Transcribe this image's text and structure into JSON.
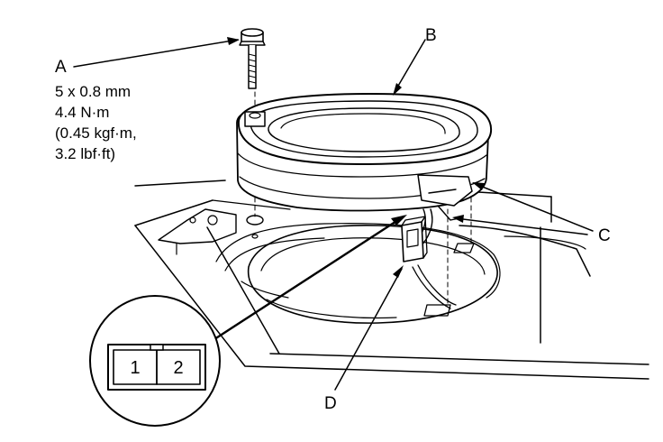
{
  "callouts": {
    "a": "A",
    "b": "B",
    "c": "C",
    "d": "D"
  },
  "bolt_spec": [
    "5 x 0.8 mm",
    "4.4 N·m",
    "(0.45 kgf·m,",
    "3.2 lbf·ft)"
  ],
  "connector_pins": [
    "1",
    "2"
  ],
  "colors": {
    "line": "#000000",
    "background": "#ffffff"
  }
}
